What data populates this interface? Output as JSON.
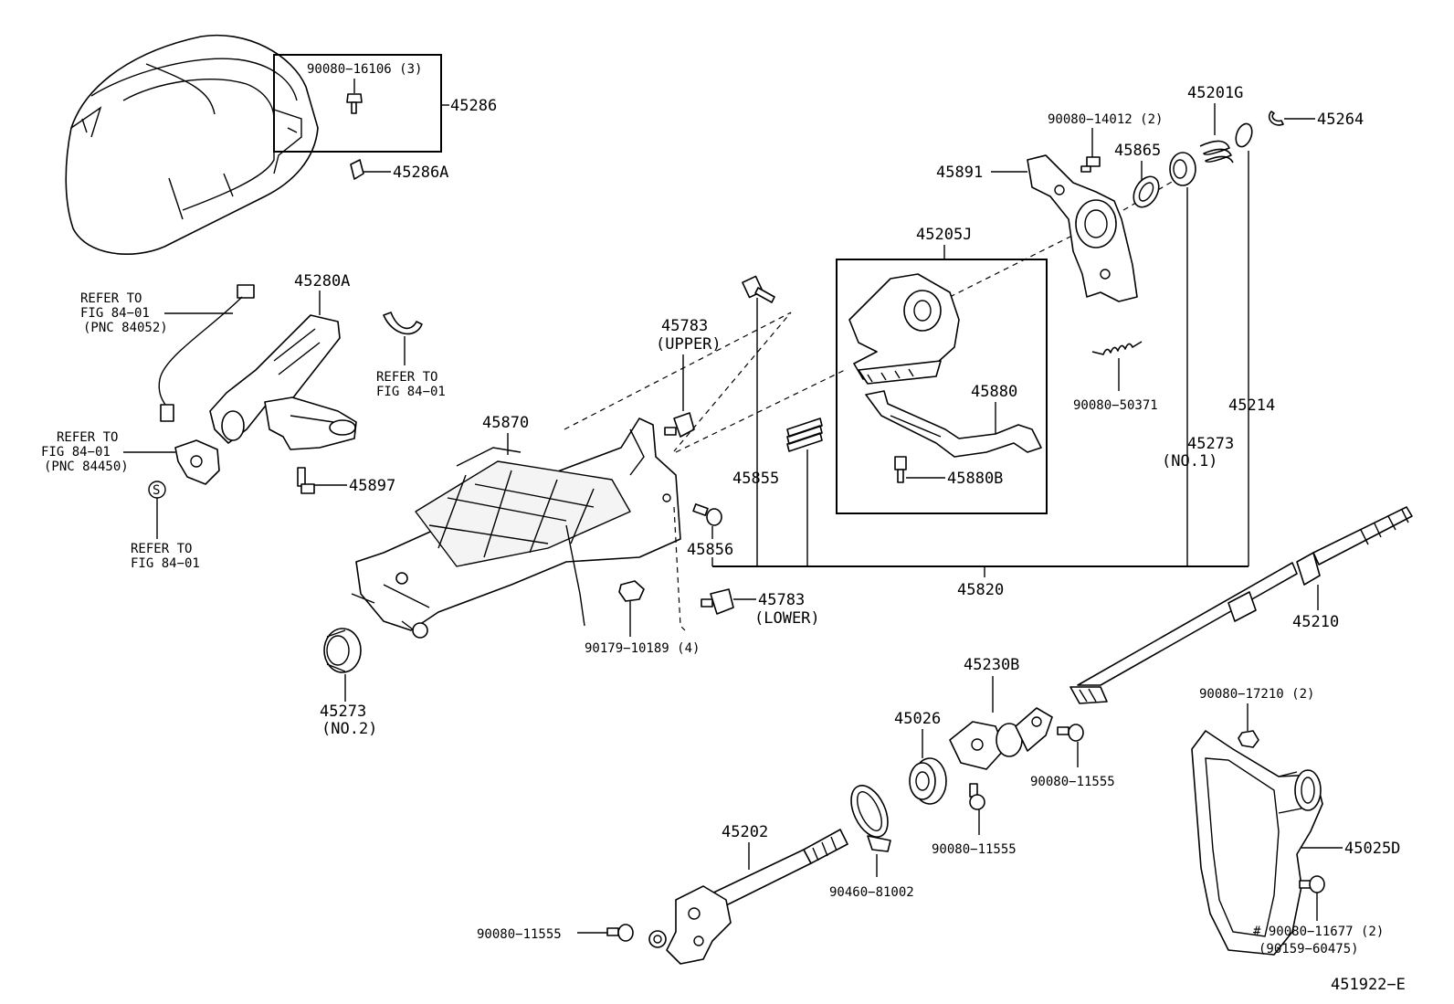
{
  "labels": {
    "p45286": "45286",
    "p90080_16106": "90080−16106 (3)",
    "p45286A": "45286A",
    "p45280A": "45280A",
    "refer1_a": "REFER TO",
    "refer1_b": "FIG 84−01",
    "refer1_c": "(PNC 84052)",
    "refer2_a": "REFER TO",
    "refer2_b": "FIG 84−01",
    "refer3_a": "REFER TO",
    "refer3_b": "FIG 84−01",
    "refer3_c": "(PNC 84450)",
    "refer4_a": "REFER TO",
    "refer4_b": "FIG 84−01",
    "s_mark": "S",
    "p45897": "45897",
    "p45273_no2": "45273",
    "p45273_no2_sub": "(NO.2)",
    "p45870": "45870",
    "p45783_upper": "45783",
    "p45783_upper_sub": "(UPPER)",
    "p45855": "45855",
    "p45856": "45856",
    "p45783_lower": "45783",
    "p45783_lower_sub": "(LOWER)",
    "p90179_10189": "90179−10189 (4)",
    "p45205J": "45205J",
    "p45880": "45880",
    "p45880B": "45880B",
    "p45820": "45820",
    "p45891": "45891",
    "p90080_14012": "90080−14012 (2)",
    "p45865": "45865",
    "p45201G": "45201G",
    "p45264": "45264",
    "p90080_50371": "90080−50371",
    "p45273_no1": "45273",
    "p45273_no1_sub": "(NO.1)",
    "p45214": "45214",
    "p45210": "45210",
    "p45230B": "45230B",
    "p45026": "45026",
    "p90080_11555_a": "90080−11555",
    "p90080_11555_b": "90080−11555",
    "p90080_11555_c": "90080−11555",
    "p45202": "45202",
    "p90460_81002": "90460−81002",
    "p90080_17210": "90080−17210 (2)",
    "p45025D": "45025D",
    "p90080_11677": "# 90080−11677 (2)",
    "p90159_60475": "(90159−60475)",
    "diagram_id": "451922−E"
  }
}
